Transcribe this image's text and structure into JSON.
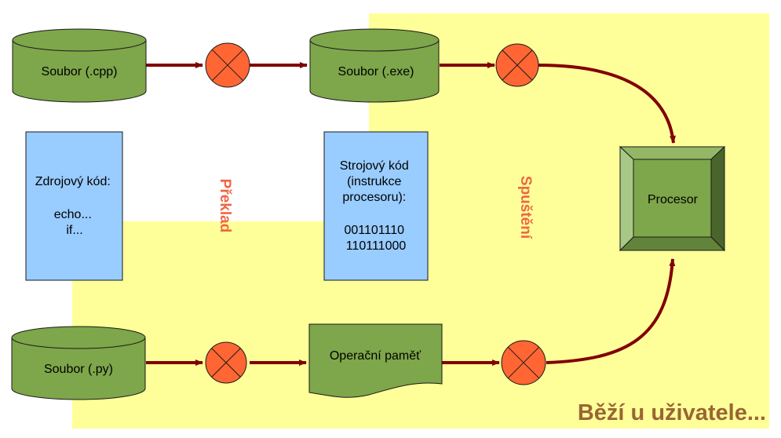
{
  "colors": {
    "region": "#ffff99",
    "cylinder_fill": "#7ea64a",
    "cylinder_stroke": "#1a1a1a",
    "operator_fill": "#ff6633",
    "arrow": "#800000",
    "note_fill": "#99ccff",
    "phase_label": "#ee6644",
    "title": "#996633",
    "processor_face": "#7ea64a",
    "processor_top": "#93b765",
    "processor_left": "#a8c885",
    "processor_right": "#4a652b",
    "processor_bottom": "#62843a"
  },
  "nodes": {
    "file_cpp": "Soubor (.cpp)",
    "file_exe": "Soubor (.exe)",
    "file_py": "Soubor (.py)",
    "memory": "Operační paměť",
    "processor": "Procesor"
  },
  "notes": {
    "source_code": [
      "Zdrojový kód:",
      "",
      "echo...",
      "if..."
    ],
    "machine_code": [
      "Strojový kód",
      "(instrukce",
      "procesoru):",
      "",
      "001101110",
      "110111000"
    ]
  },
  "phases": {
    "compile": "Překlad",
    "run": "Spuštění"
  },
  "region_title": "Běží u uživatele..."
}
